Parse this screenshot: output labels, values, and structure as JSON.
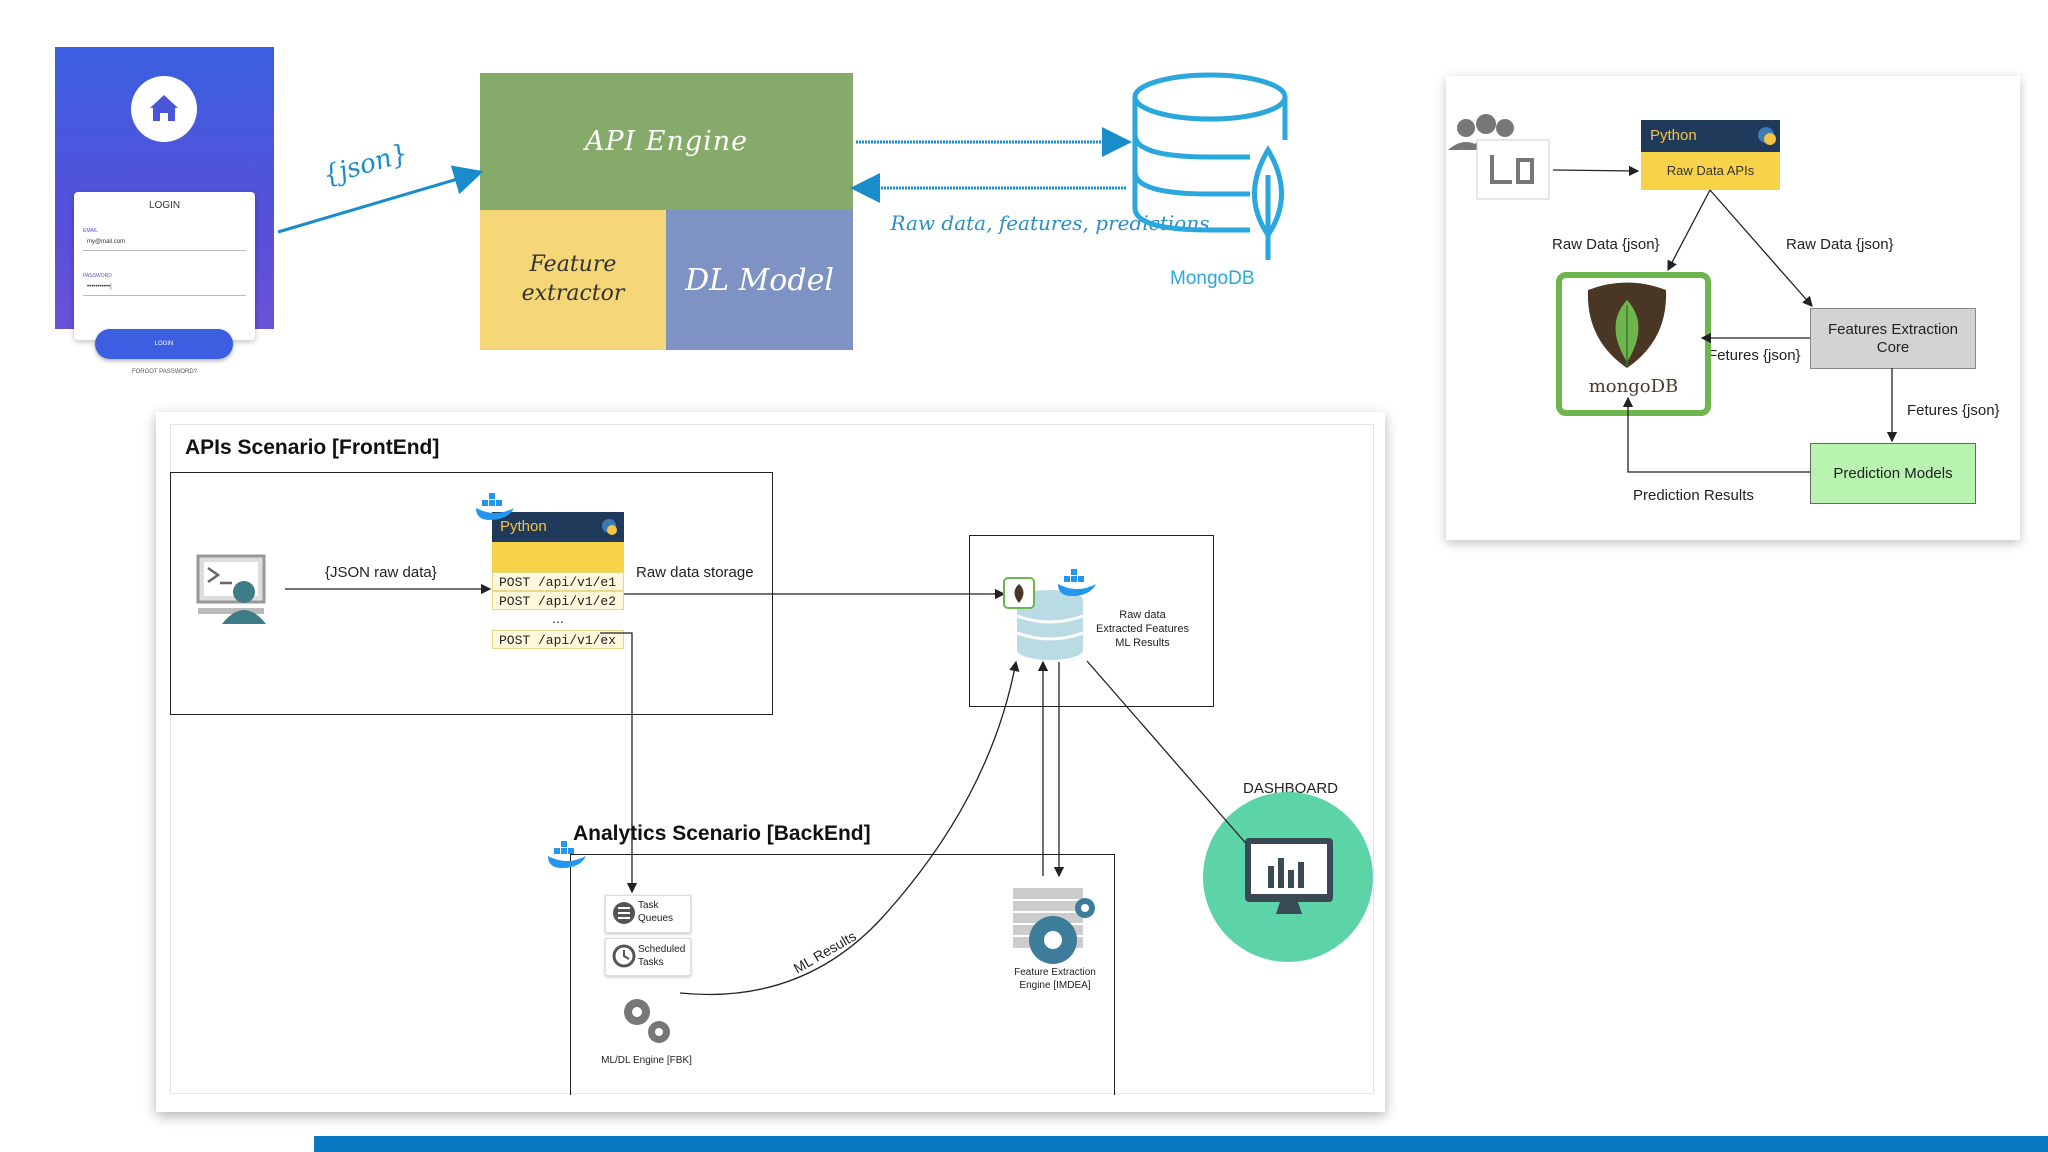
{
  "phone": {
    "login_title": "LOGIN",
    "email_label": "EMAIL",
    "email_value": "my@mail.com",
    "password_label": "PASSWORD",
    "password_value": "•••••••••••|",
    "login_button": "LOGIN",
    "forgot": "FORGOT PASSWORD?"
  },
  "top": {
    "json_label": "{json}",
    "api_engine": "API Engine",
    "feature_extractor": "Feature extractor",
    "dl_model": "DL Model",
    "raw_data_label": "Raw data, features, predictions",
    "mongodb": "MongoDB"
  },
  "right": {
    "python": "Python",
    "raw_data_apis": "Raw Data APIs",
    "raw_data_json_left": "Raw Data {json}",
    "raw_data_json_right": "Raw Data {json}",
    "features_extraction_core": "Features Extraction Core",
    "fetures_json_left": "Fetures {json}",
    "fetures_json_down": "Fetures {json}",
    "prediction_models": "Prediction Models",
    "prediction_results": "Prediction Results",
    "mongodb_logo_text": "mongoDB"
  },
  "bottom": {
    "apis_title": "APIs Scenario [FrontEnd]",
    "json_raw_data": "{JSON raw data}",
    "python": "Python",
    "post1": "POST /api/v1/e1",
    "post2": "POST /api/v1/e2",
    "ellipsis": "...",
    "postx": "POST /api/v1/ex",
    "raw_data_storage": "Raw data storage",
    "db_raw": "Raw data",
    "db_features": "Extracted Features",
    "db_ml": "ML Results",
    "dashboard": "DASHBOARD",
    "analytics_title": "Analytics Scenario [BackEnd]",
    "task_queues": "Task Queues",
    "scheduled_tasks": "Scheduled Tasks",
    "ml_results": "ML Results",
    "mldl_engine": "ML/DL Engine [FBK]",
    "feature_engine": "Feature Extraction Engine [IMDEA]"
  },
  "colors": {
    "arrow_blue": "#1a8ccc",
    "brand_blue": "#0a79c4",
    "python_navy": "#203a5c",
    "python_yellow": "#f8d34a",
    "mongo_green": "#6db54c",
    "dashboard_green": "#5dd3a8",
    "api_green": "#86aa69",
    "feature_yellow": "#f5d777",
    "dl_blue": "#7e93c3"
  },
  "icons": [
    "home-icon",
    "database-icon",
    "leaf-icon",
    "users-icon",
    "python-icon",
    "mongodb-leaf-icon",
    "terminal-user-icon",
    "docker-icon",
    "gear-icon",
    "monitor-chart-icon",
    "list-icon",
    "clock-icon"
  ]
}
